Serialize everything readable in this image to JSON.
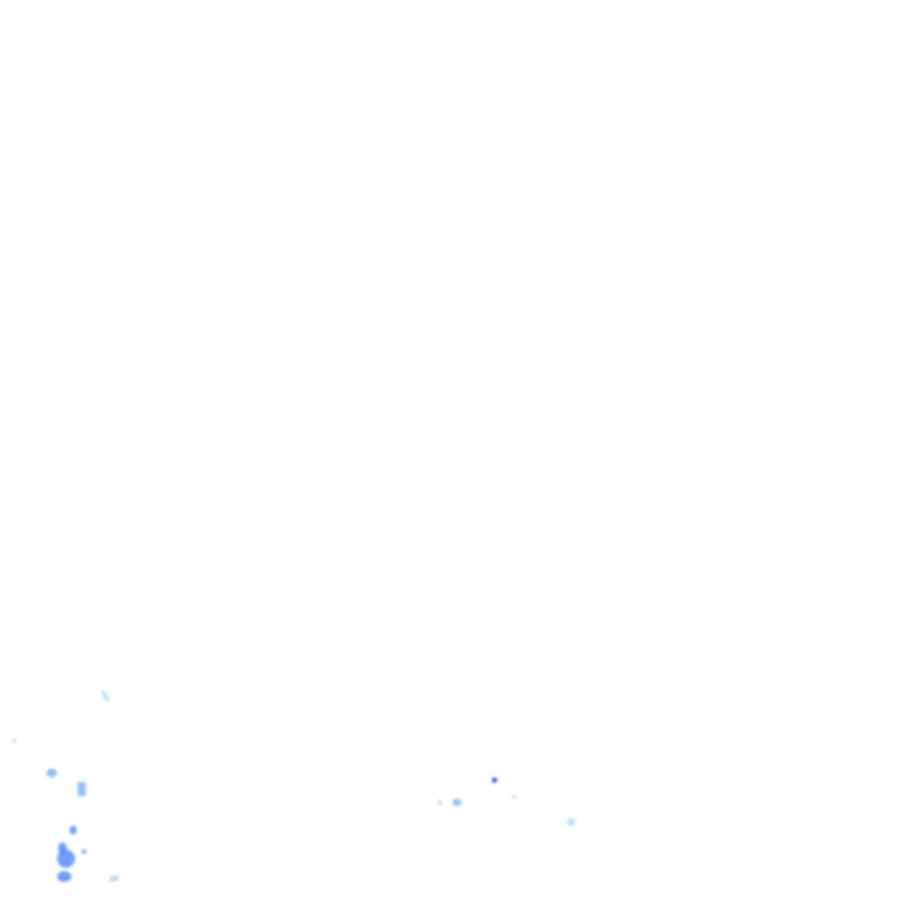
{
  "layer": {
    "kind": "precipitation-radar-tile",
    "background_color": "#ffffff",
    "intensity_scale": [
      {
        "level": "very-light",
        "color": "#a6d8ff"
      },
      {
        "level": "light",
        "color": "#6fb4ff"
      },
      {
        "level": "moderate",
        "color": "#4a86ff"
      },
      {
        "level": "heavy",
        "color": "#1f4dff"
      }
    ]
  },
  "echoes": [
    {
      "id": "cell-a",
      "level": "very-light"
    },
    {
      "id": "cell-b",
      "level": "very-light"
    },
    {
      "id": "cell-c",
      "level": "light"
    },
    {
      "id": "cell-d",
      "level": "light"
    },
    {
      "id": "cell-e",
      "level": "moderate"
    },
    {
      "id": "cell-f",
      "level": "moderate"
    },
    {
      "id": "cell-g",
      "level": "moderate"
    },
    {
      "id": "cell-h",
      "level": "light"
    },
    {
      "id": "cell-i",
      "level": "very-light"
    },
    {
      "id": "cell-j",
      "level": "light"
    },
    {
      "id": "cell-k",
      "level": "heavy"
    },
    {
      "id": "cell-l",
      "level": "very-light"
    },
    {
      "id": "cell-m",
      "level": "very-light"
    },
    {
      "id": "cell-n",
      "level": "very-light"
    }
  ]
}
